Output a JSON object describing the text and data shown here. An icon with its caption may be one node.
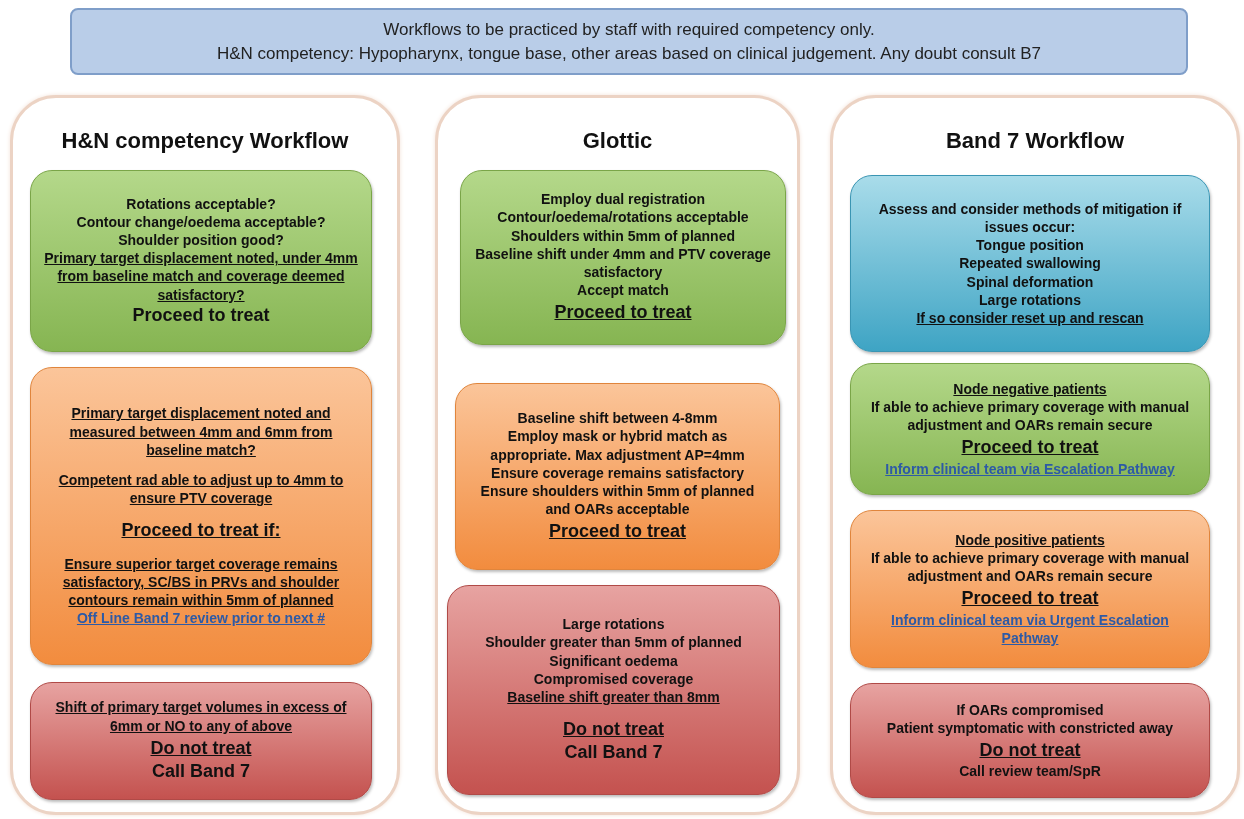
{
  "diagram": {
    "nodes": [
      {
        "text": [
          "Workflows to be practiced by staff with required competency only.",
          "H&N competency: Hypopharynx, tongue base, other areas based on clinical judgement. Any doubt consult B7"
        ]
      },
      {
        "text": [
          "H&N competency Workflow"
        ]
      },
      {
        "text": [
          "Rotations acceptable?",
          "Contour change/oedema acceptable?",
          "Shoulder position good?",
          "Primary target displacement noted, under 4mm from baseline match and coverage deemed satisfactory?",
          "Proceed to treat"
        ],
        "in": 1
      },
      {
        "text": [
          "Primary target displacement noted and measured between 4mm and 6mm from baseline match?",
          "Competent rad able to adjust up to 4mm to ensure PTV coverage",
          "Proceed to treat if:",
          "Ensure superior target coverage remains satisfactory, SC/BS in PRVs and shoulder contours remain within 5mm of planned",
          "Off Line Band 7 review prior to next #"
        ],
        "in": 1
      },
      {
        "text": [
          "Shift of primary target volumes in excess of 6mm or NO to any of above",
          "Do not treat",
          "Call Band 7"
        ],
        "in": 1
      },
      {
        "text": [
          "Glottic"
        ]
      },
      {
        "text": [
          "Employ dual registration",
          "Contour/oedema/rotations acceptable",
          "Shoulders within 5mm of planned",
          "Baseline shift under 4mm and PTV coverage satisfactory",
          "Accept match",
          "Proceed to treat"
        ],
        "in": 5
      },
      {
        "text": [
          "Baseline shift between 4-8mm",
          "Employ mask or hybrid match as appropriate. Max adjustment AP=4mm",
          "Ensure coverage remains satisfactory",
          "Ensure shoulders within 5mm of planned and OARs acceptable",
          "Proceed to treat"
        ],
        "in": 5
      },
      {
        "text": [
          "Large rotations",
          "Shoulder greater than 5mm of planned",
          "Significant oedema",
          "Compromised coverage",
          "Baseline shift greater than 8mm",
          "Do not treat",
          "Call Band 7"
        ],
        "in": 5
      },
      {
        "text": [
          "Band 7 Workflow"
        ]
      },
      {
        "text": [
          "Assess and consider methods of mitigation if issues occur:",
          "Tongue position",
          "Repeated swallowing",
          "Spinal deformation",
          "Large rotations",
          "If so consider reset up and rescan"
        ],
        "in": 9
      },
      {
        "text": [
          "Node negative patients",
          "If able to achieve primary coverage with manual adjustment and OARs remain secure",
          "Proceed to treat",
          "Inform clinical team via Escalation Pathway"
        ],
        "in": 9
      },
      {
        "text": [
          "Node positive patients",
          "If able to achieve primary coverage with manual adjustment and OARs remain secure",
          "Proceed to treat",
          "Inform clinical team via Urgent Escalation Pathway"
        ],
        "in": 9
      },
      {
        "text": [
          "If OARs compromised",
          "Patient symptomatic with constricted away",
          "Do not treat",
          "Call review team/SpR"
        ],
        "in": 9
      }
    ]
  }
}
